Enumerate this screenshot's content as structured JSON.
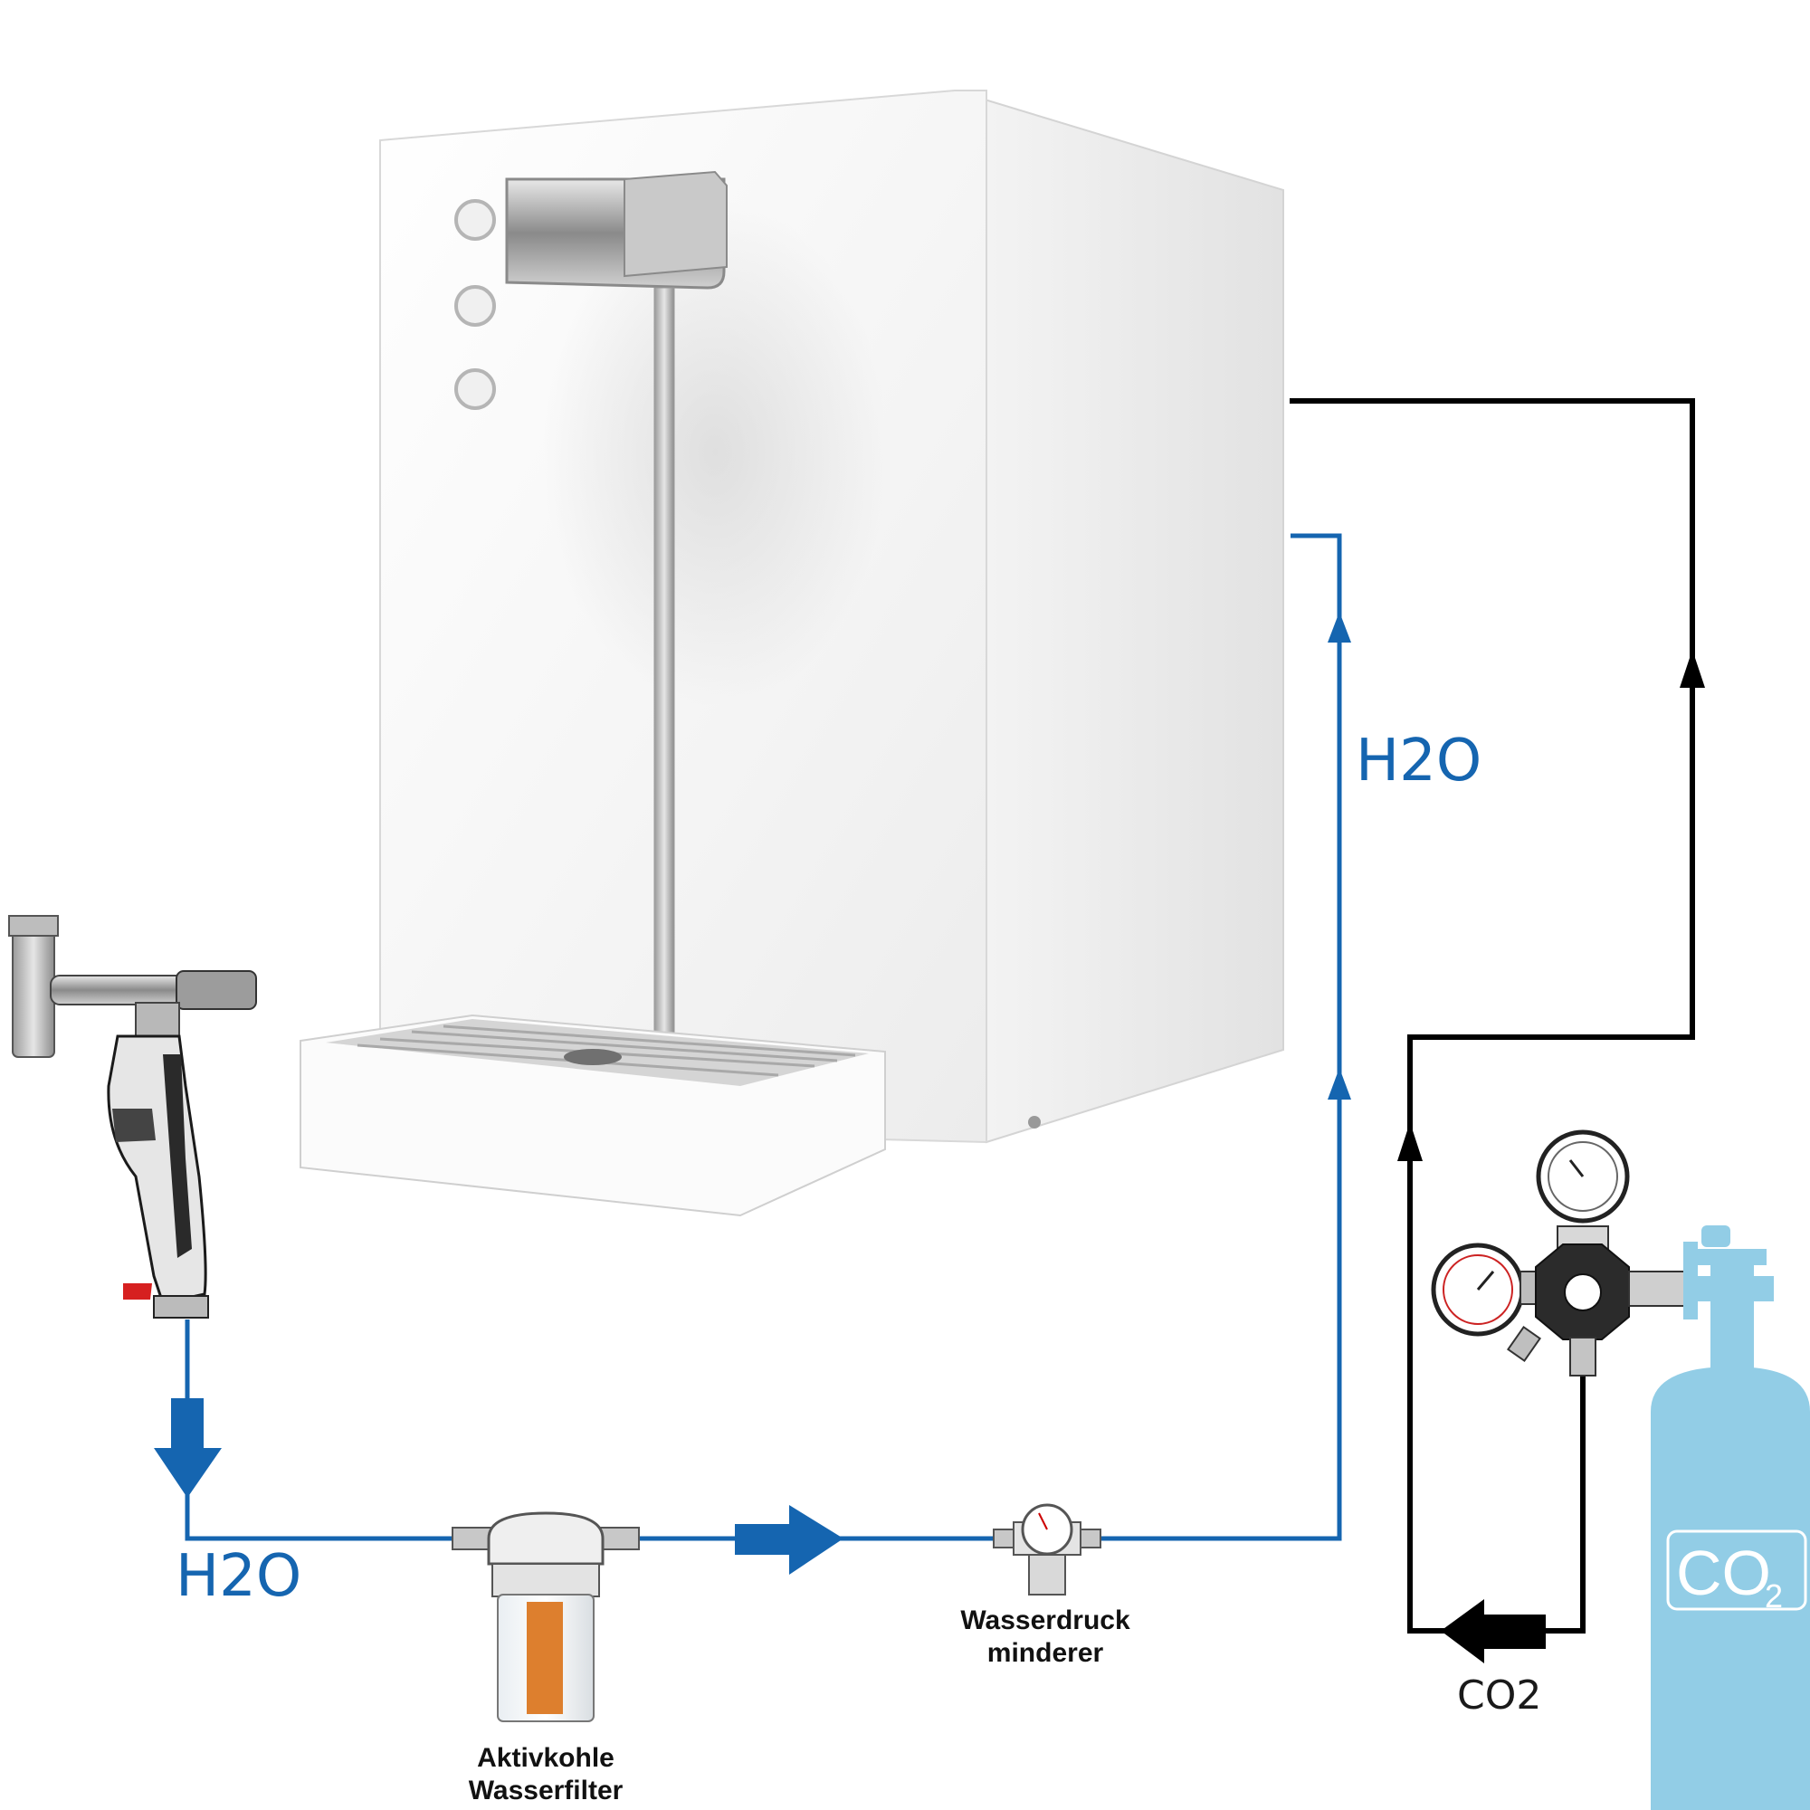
{
  "labels": {
    "h2o_upper": "H2O",
    "h2o_lower": "H2O",
    "co2_line": "CO2",
    "pressure_reducer_line1": "Wasserdruck",
    "pressure_reducer_line2": "minderer",
    "filter_line1": "Aktivkohle",
    "filter_line2": "Wasserfilter",
    "cylinder_badge_main": "CO",
    "cylinder_badge_sub": "2"
  },
  "colors": {
    "water_line": "#1565b0",
    "co2_line": "#000000",
    "cylinder": "#92cde6",
    "filter_cartridge": "#dd7f2e",
    "dispenser_body": "#f7f7f7"
  },
  "icons": {
    "dispenser": "water-dispenser-icon",
    "tap_valve": "angle-valve-icon",
    "filter": "carbon-filter-icon",
    "pressure_reducer": "pressure-reducer-icon",
    "co2_regulator": "co2-regulator-icon",
    "co2_cylinder": "co2-cylinder-icon"
  }
}
